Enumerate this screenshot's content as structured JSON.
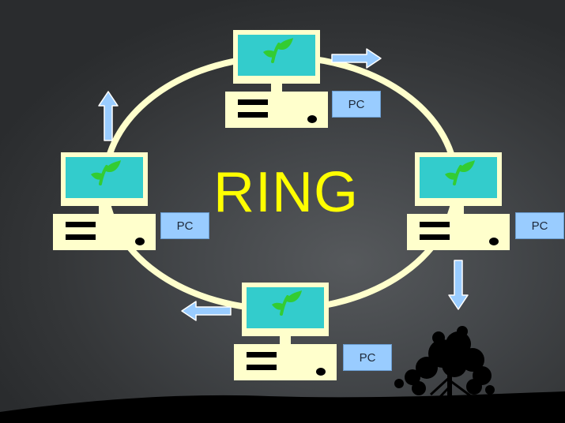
{
  "slide": {
    "title": "RING",
    "title_color": "#ffff00",
    "ring_color": "#ffffcc",
    "arrow_color": "#99ccff",
    "screen_color": "#33cccc",
    "case_color": "#ffffcc",
    "leaf_color": "#33cc33"
  },
  "nodes": [
    {
      "label": "PC"
    },
    {
      "label": "PC"
    },
    {
      "label": "PC"
    },
    {
      "label": "PC"
    }
  ]
}
